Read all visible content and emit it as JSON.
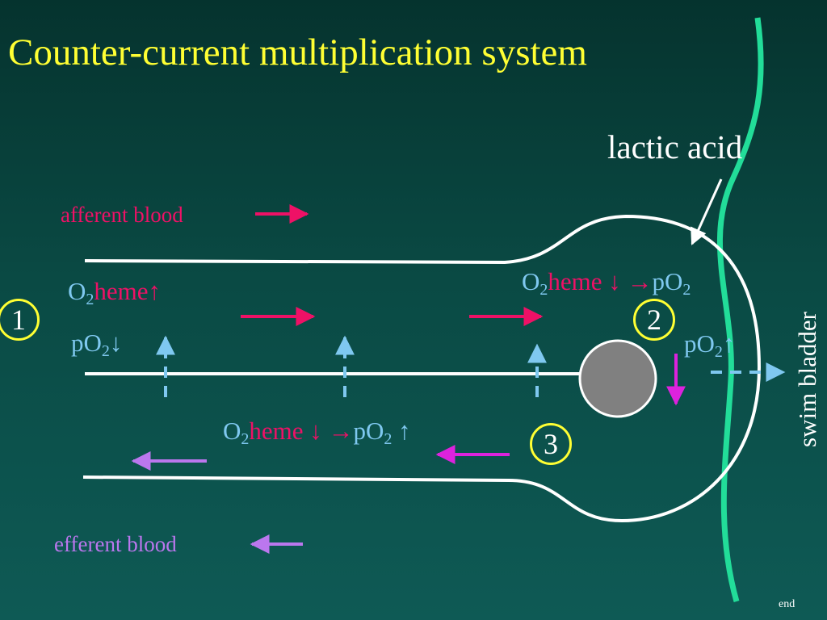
{
  "title": "Counter-current multiplication system",
  "labels": {
    "lactic_acid": "lactic acid",
    "afferent_blood": "afferent blood",
    "efferent_blood": "efferent blood",
    "swim_bladder": "swim bladder",
    "end": "end"
  },
  "markers": [
    "1",
    "2",
    "3"
  ],
  "equations": {
    "left": {
      "o2": "O",
      "sub": "2",
      "heme": "heme",
      "up": "↑",
      "po2": "pO",
      "po2_sub": "2",
      "down": "↓"
    },
    "top_right": {
      "o2": "O",
      "sub": "2",
      "heme": "heme ",
      "down": "↓ ",
      "arrow": "→",
      "po2": "pO",
      "po2_sub": "2"
    },
    "right_po2": {
      "po2": "pO",
      "sub": "2",
      "up": "↑"
    },
    "bottom": {
      "o2": "O",
      "sub": "2",
      "heme": "heme ",
      "down": "↓ ",
      "arrow": "→",
      "po2": "pO",
      "po2_sub": "2",
      "up": " ↑"
    }
  },
  "colors": {
    "title": "#ffff33",
    "afferent": "#ee1166",
    "efferent": "#bb77ee",
    "light_blue": "#7fc8f0",
    "magenta": "#dd22dd",
    "swim_bladder_wall": "#22dd99",
    "gland": "#808080"
  }
}
